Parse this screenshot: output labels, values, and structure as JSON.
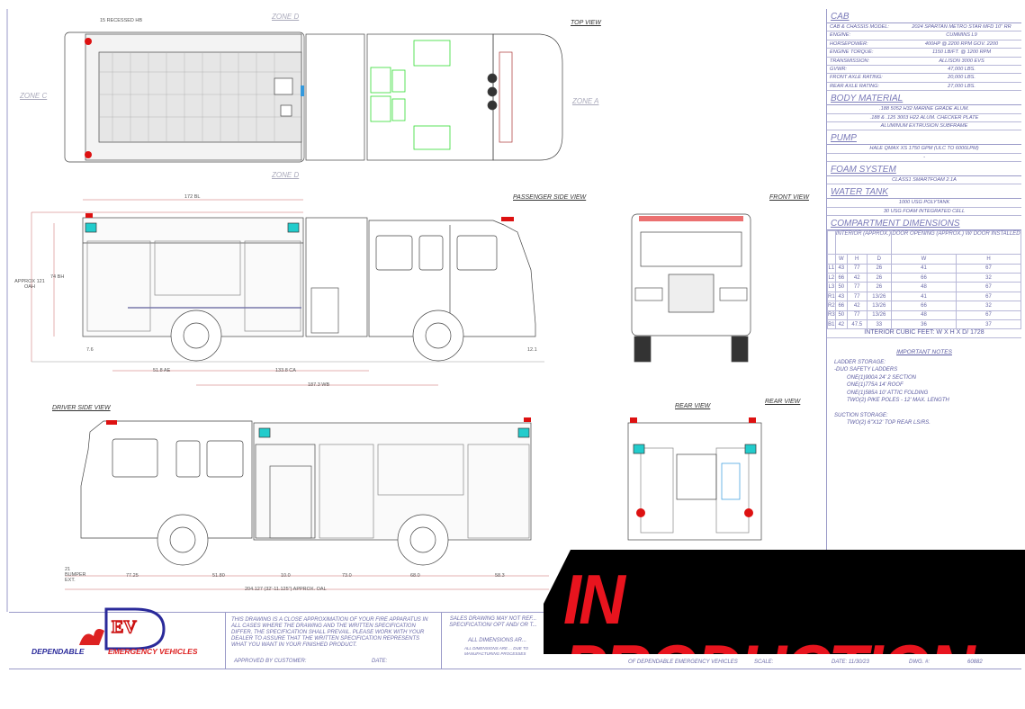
{
  "views": {
    "top": "TOP VIEW",
    "passenger_side": "PASSENGER SIDE VIEW",
    "front": "FRONT VIEW",
    "driver_side": "DRIVER SIDE VIEW",
    "rear": "REAR VIEW",
    "rear2": "REAR VIEW"
  },
  "zones": {
    "a": "ZONE A",
    "b": "ZONE D",
    "c": "ZONE C",
    "d": "ZONE D"
  },
  "dimensions": {
    "recessed": "15 RECESSED HB",
    "bl": "172 BL",
    "oah": "APPROX 121 OAH",
    "bh": "74 BH",
    "ae": "51.8 AE",
    "ca": "133.8 CA",
    "wb": "187.3 WB",
    "rear_angle": "7.6",
    "front_angle": "12.1",
    "d1": "77.25",
    "d2": "51.80",
    "d3": "10.0",
    "d4": "73.0",
    "d5": "68.0",
    "d6": "58.3",
    "oal": "204.127 (32'-11.125\") APPROX. OAL",
    "bumper": "21 BUMPER EXT."
  },
  "spec": {
    "cab": {
      "title": "CAB",
      "rows": [
        {
          "k": "CAB & CHASSIS MODEL:",
          "v": "2024 SPARTAN METRO STAR MFD 10\" RR"
        },
        {
          "k": "ENGINE:",
          "v": "CUMMINS L9"
        },
        {
          "k": "HORSEPOWER:",
          "v": "400HP @ 2200 RPM  GOV. 2200"
        },
        {
          "k": "ENGINE TORQUE:",
          "v": "1150 LB/FT. @ 1200 RPM"
        },
        {
          "k": "TRANSMISSION:",
          "v": "ALLISON 3000 EVS"
        },
        {
          "k": "GVWR:",
          "v": "47,000 LBS."
        },
        {
          "k": "FRONT AXLE RATING:",
          "v": "20,000 LBS."
        },
        {
          "k": "REAR AXLE RATING:",
          "v": "27,000 LBS."
        }
      ]
    },
    "body": {
      "title": "BODY MATERIAL",
      "lines": [
        ".188 5052 H32 MARINE GRADE ALUM.",
        ".188 & .125 3003 H22 ALUM. CHECKER PLATE",
        "ALUMINUM EXTRUSION SUBFRAME"
      ]
    },
    "pump": {
      "title": "PUMP",
      "lines": [
        "HALE QMAX XS 1750 GPM (ULC TO 6000LPM)",
        "-"
      ]
    },
    "foam": {
      "title": "FOAM SYSTEM",
      "lines": [
        "CLASS1 SMARTFOAM 2.1A"
      ]
    },
    "water": {
      "title": "WATER TANK",
      "lines": [
        "1000 USG POLYTANK",
        "30 USG FOAM INTEGRATED CELL"
      ]
    },
    "compartments": {
      "title": "COMPARTMENT DIMENSIONS",
      "interior_header": "INTERIOR (APPROX.)",
      "door_header": "DOOR OPENING (APPROX.) W/ DOOR INSTALLED",
      "cols": [
        "W",
        "H",
        "D",
        "W",
        "H"
      ],
      "rows": [
        [
          "L1",
          "43",
          "77",
          "26",
          "41",
          "67"
        ],
        [
          "L2",
          "66",
          "42",
          "26",
          "66",
          "32"
        ],
        [
          "L3",
          "50",
          "77",
          "26",
          "48",
          "67"
        ],
        [
          "R1",
          "43",
          "77",
          "13/26",
          "41",
          "67"
        ],
        [
          "R2",
          "66",
          "42",
          "13/26",
          "66",
          "32"
        ],
        [
          "R3",
          "50",
          "77",
          "13/26",
          "48",
          "67"
        ],
        [
          "B1",
          "42",
          "47.5",
          "33",
          "36",
          "37"
        ]
      ],
      "footer": "INTERIOR CUBIC FEET:  W X H X D/ 1728"
    },
    "notes": {
      "title": "IMPORTANT NOTES",
      "lines": [
        "LADDER STORAGE:",
        "-DUO SAFETY LADDERS",
        "ONE(1)900A 24' 2 SECTION",
        "ONE(1)775A 14' ROOF",
        "ONE(1)585A 10' ATTIC FOLDING",
        "TWO(2) PIKE POLES - 12' MAX. LENGTH",
        "",
        "SUCTION STORAGE:",
        "TWO(2) 6\"X12' TOP REAR LS/RS."
      ]
    }
  },
  "footer": {
    "logo_letters": "DEV",
    "company_1": "DEPENDABLE",
    "company_2": "EMERGENCY VEHICLES",
    "disclaimer": "THIS DRAWING IS A CLOSE APPROXIMATION OF YOUR FIRE APPARATUS IN ALL CASES WHERE THE DRAWING AND THE WRITTEN SPECIFICATION DIFFER, THE SPECIFICATION SHALL PREVAIL. PLEASE WORK WITH YOUR DEALER TO ASSURE THAT THE WRITTEN SPECIFICATION REPRESENTS WHAT YOU WANT IN YOUR FINISHED PRODUCT.",
    "approved": "APPROVED BY CUSTOMER:",
    "date_label": "DATE:",
    "sales_note": "SALES DRAWING MAY NOT REF... SPECIFICATION/ OPT AND/ OR T...",
    "dims_note": "ALL DIMENSIONS AR...",
    "dims_note2": "ALL DIMENSIONS ARE ... DUE TO MANUFACTURING PROCESSES",
    "property": "OF DEPENDABLE EMERGENCY VEHICLES",
    "scale": "SCALE:",
    "date": "DATE: 11/30/23",
    "dwg_label": "DWG. #:",
    "dwg": "60882"
  },
  "banner": {
    "text": "IN PRODUCTION",
    "bg": "#000000",
    "color": "#e8141e"
  },
  "colors": {
    "line": "#9a9ac8",
    "dim": "#c86464",
    "seat": "#33dd33",
    "light_red": "#dd1111",
    "light_cyan": "#22cccc"
  }
}
